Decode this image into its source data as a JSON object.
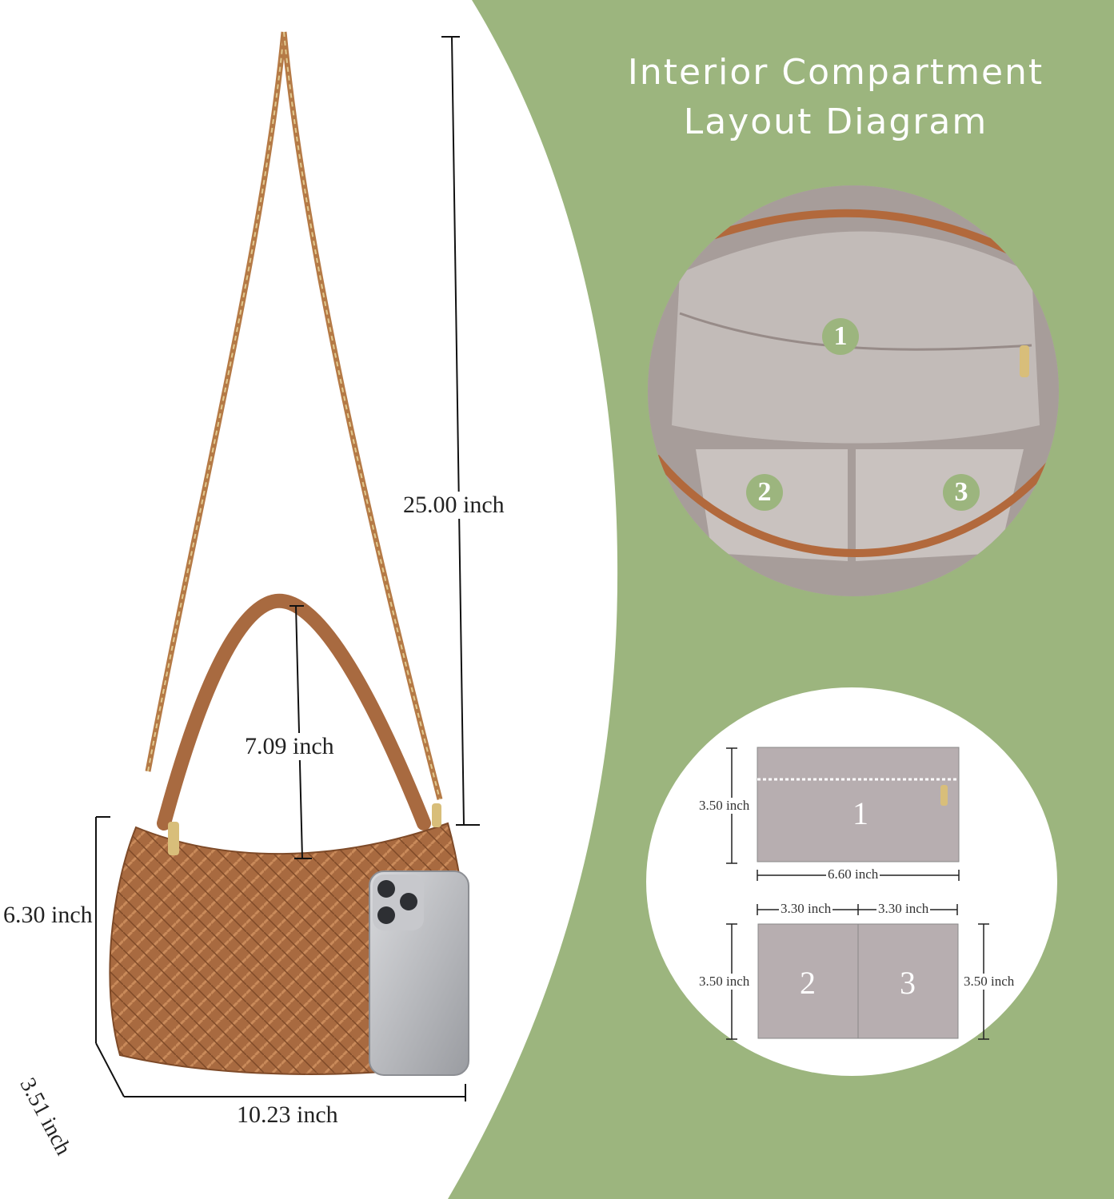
{
  "title": {
    "line1": "Interior Compartment",
    "line2": "Layout Diagram"
  },
  "colors": {
    "green": "#9cb57e",
    "leather": "#a86a40",
    "lining": "#b7aeb0"
  },
  "bag_dimensions": {
    "strap_drop": "25.00 inch",
    "handle_drop": "7.09 inch",
    "height": "6.30 inch",
    "depth": "3.51 inch",
    "width": "10.23 inch"
  },
  "photo_badges": [
    "1",
    "2",
    "3"
  ],
  "layout_diagram": {
    "pocket1": {
      "label": "1",
      "height": "3.50 inch",
      "width": "6.60 inch"
    },
    "pocket2": {
      "label": "2",
      "width": "3.30 inch",
      "height": "3.50 inch"
    },
    "pocket3": {
      "label": "3",
      "width": "3.30 inch",
      "height": "3.50 inch"
    }
  }
}
